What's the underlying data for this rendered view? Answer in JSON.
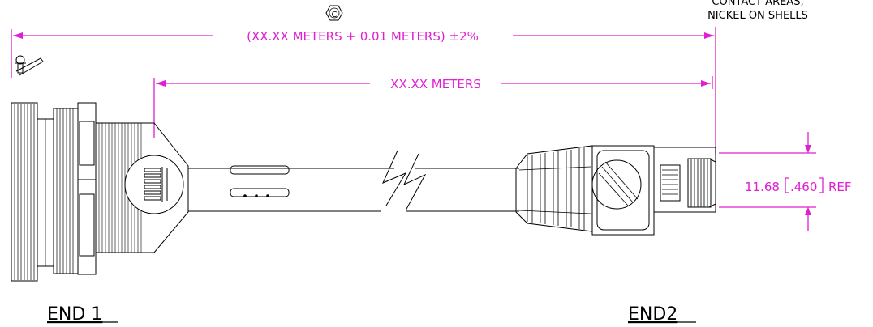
{
  "dimensions": {
    "overall_length": "(XX.XX METERS + 0.01 METERS) ±2%",
    "cable_length": "XX.XX METERS",
    "plug_height": "11.68",
    "plug_height_in": ".460",
    "plug_height_suffix": "REF"
  },
  "notes": {
    "callout_symbol": "C",
    "plating_note_line1": "CONTACT AREAS,",
    "plating_note_line2": "NICKEL ON SHELLS"
  },
  "labels": {
    "end1": "END 1",
    "end2": "END2"
  },
  "colors": {
    "dimension": "#e020d0",
    "outline": "#000000"
  }
}
